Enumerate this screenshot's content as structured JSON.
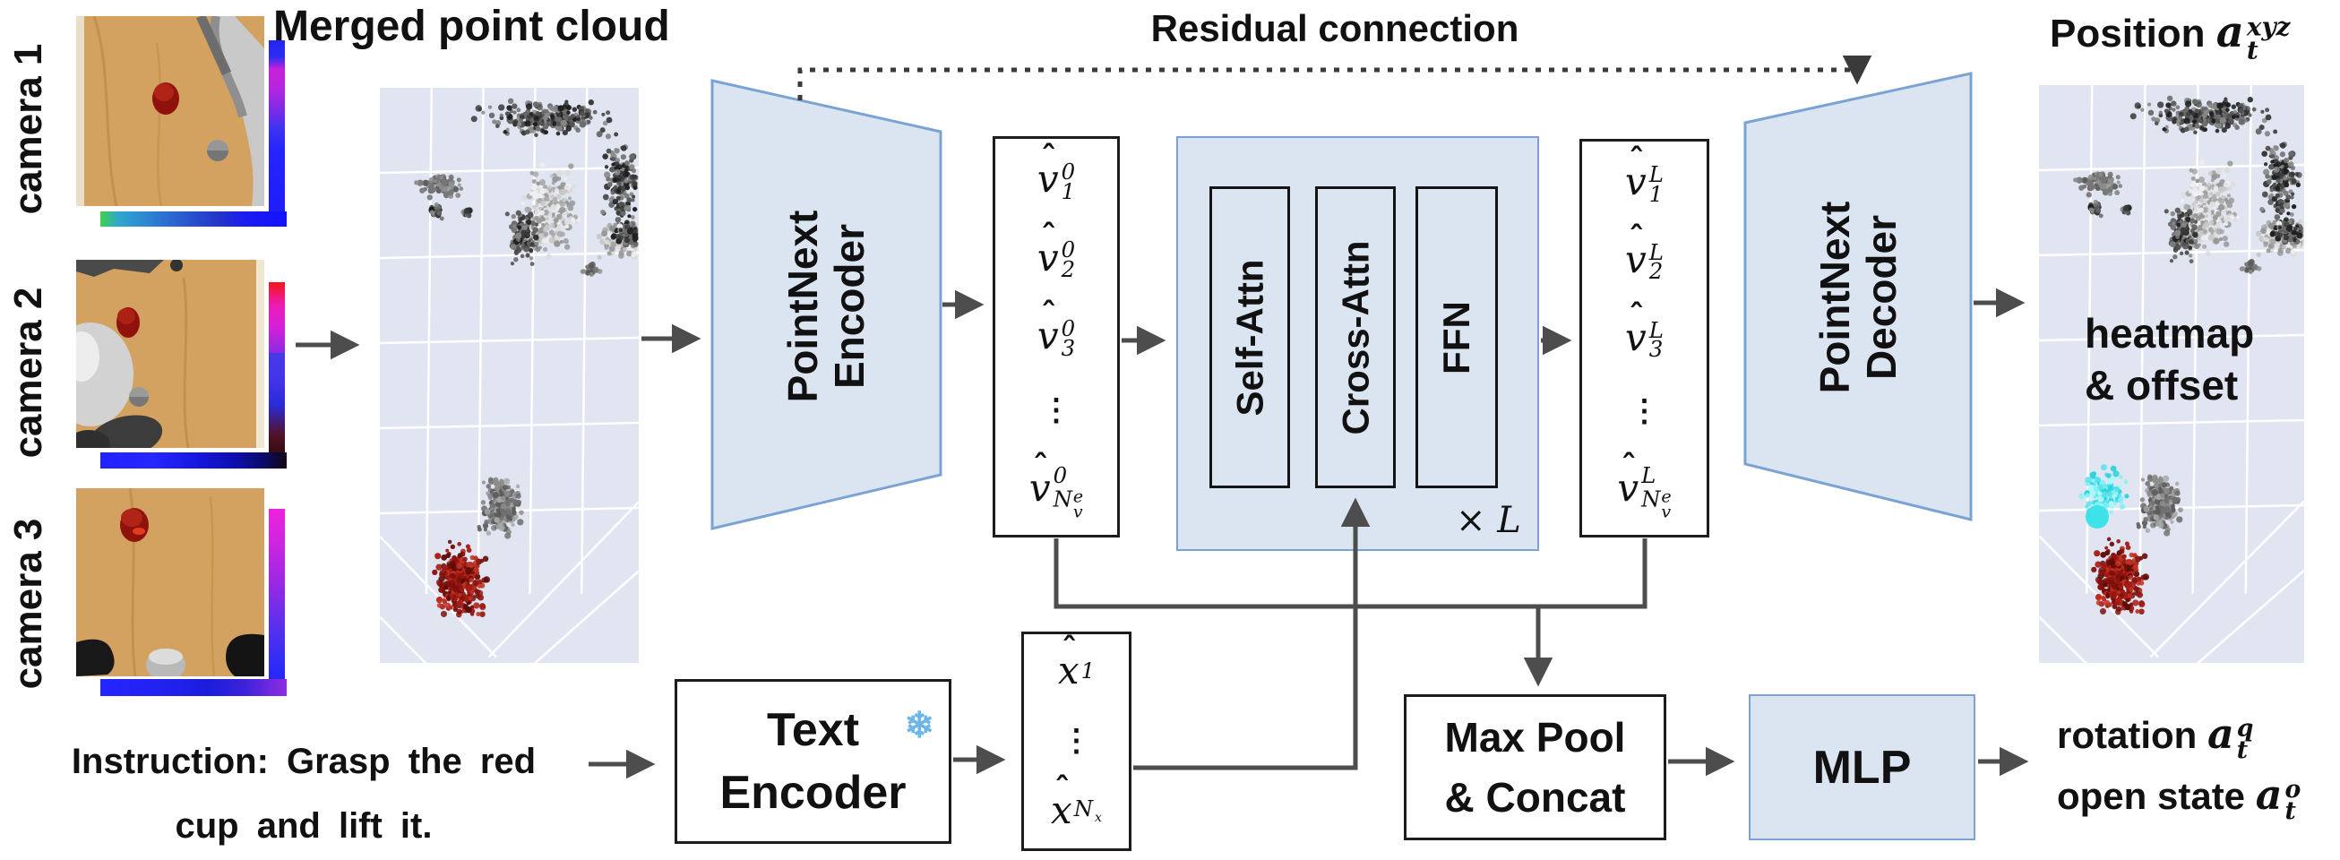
{
  "cameras": {
    "cam1": "camera 1",
    "cam2": "camera 2",
    "cam3": "camera 3"
  },
  "merged": {
    "title": "Merged point cloud"
  },
  "residual": {
    "label": "Residual connection"
  },
  "position_title": {
    "word": "Position",
    "base": "a",
    "sub": "t",
    "sup": "xyz"
  },
  "heatmap": {
    "line1": "heatmap",
    "line2": "& offset"
  },
  "instruction": {
    "line1": "Instruction: Grasp the red",
    "line2": "cup and lift it."
  },
  "outputs": {
    "rotation": {
      "word": "rotation",
      "base": "a",
      "sub": "t",
      "sup": "q"
    },
    "open": {
      "word": "open state",
      "base": "a",
      "sub": "t",
      "sup": "o"
    }
  },
  "blocks": {
    "encoder": {
      "line1": "PointNext",
      "line2": "Encoder"
    },
    "decoder": {
      "line1": "PointNext",
      "line2": "Decoder"
    },
    "text_encoder": {
      "line1": "Text",
      "line2": "Encoder",
      "snowflake": "❄"
    },
    "transformer": {
      "self": "Self-Attn",
      "cross": "Cross-Attn",
      "ffn": "FFN",
      "times": "×",
      "l": "L"
    },
    "maxpool": {
      "line1": "Max Pool",
      "line2": "& Concat"
    },
    "mlp": {
      "label": "MLP"
    }
  },
  "math": {
    "hat": "ˆ",
    "vdots": "⋮"
  },
  "tokens": {
    "v_in": {
      "base": "v",
      "sup": "0",
      "subs": [
        "1",
        "2",
        "3"
      ],
      "last": {
        "N": "N",
        "nsup": "e",
        "nsub": "v"
      }
    },
    "v_out": {
      "base": "v",
      "sup": "L",
      "subs": [
        "1",
        "2",
        "3"
      ],
      "last": {
        "N": "N",
        "nsup": "e",
        "nsub": "v"
      }
    },
    "x": {
      "base": "x",
      "sub1": "1",
      "last": {
        "N": "N",
        "nsub": "x"
      }
    }
  },
  "colors": {
    "block_fill": "#dbe5f2",
    "block_border": "#7aa3d4",
    "box_border": "#1c1c1c",
    "arrow": "#4d4d4d",
    "residual_line": "#3a3a3a",
    "panel_bg": "#e0e5f1",
    "panel_grid": "#ffffff",
    "snowflake_blue": "#6db6ea",
    "heat_cyan": "#3ee2ea",
    "cup_red": "#a81c14"
  }
}
